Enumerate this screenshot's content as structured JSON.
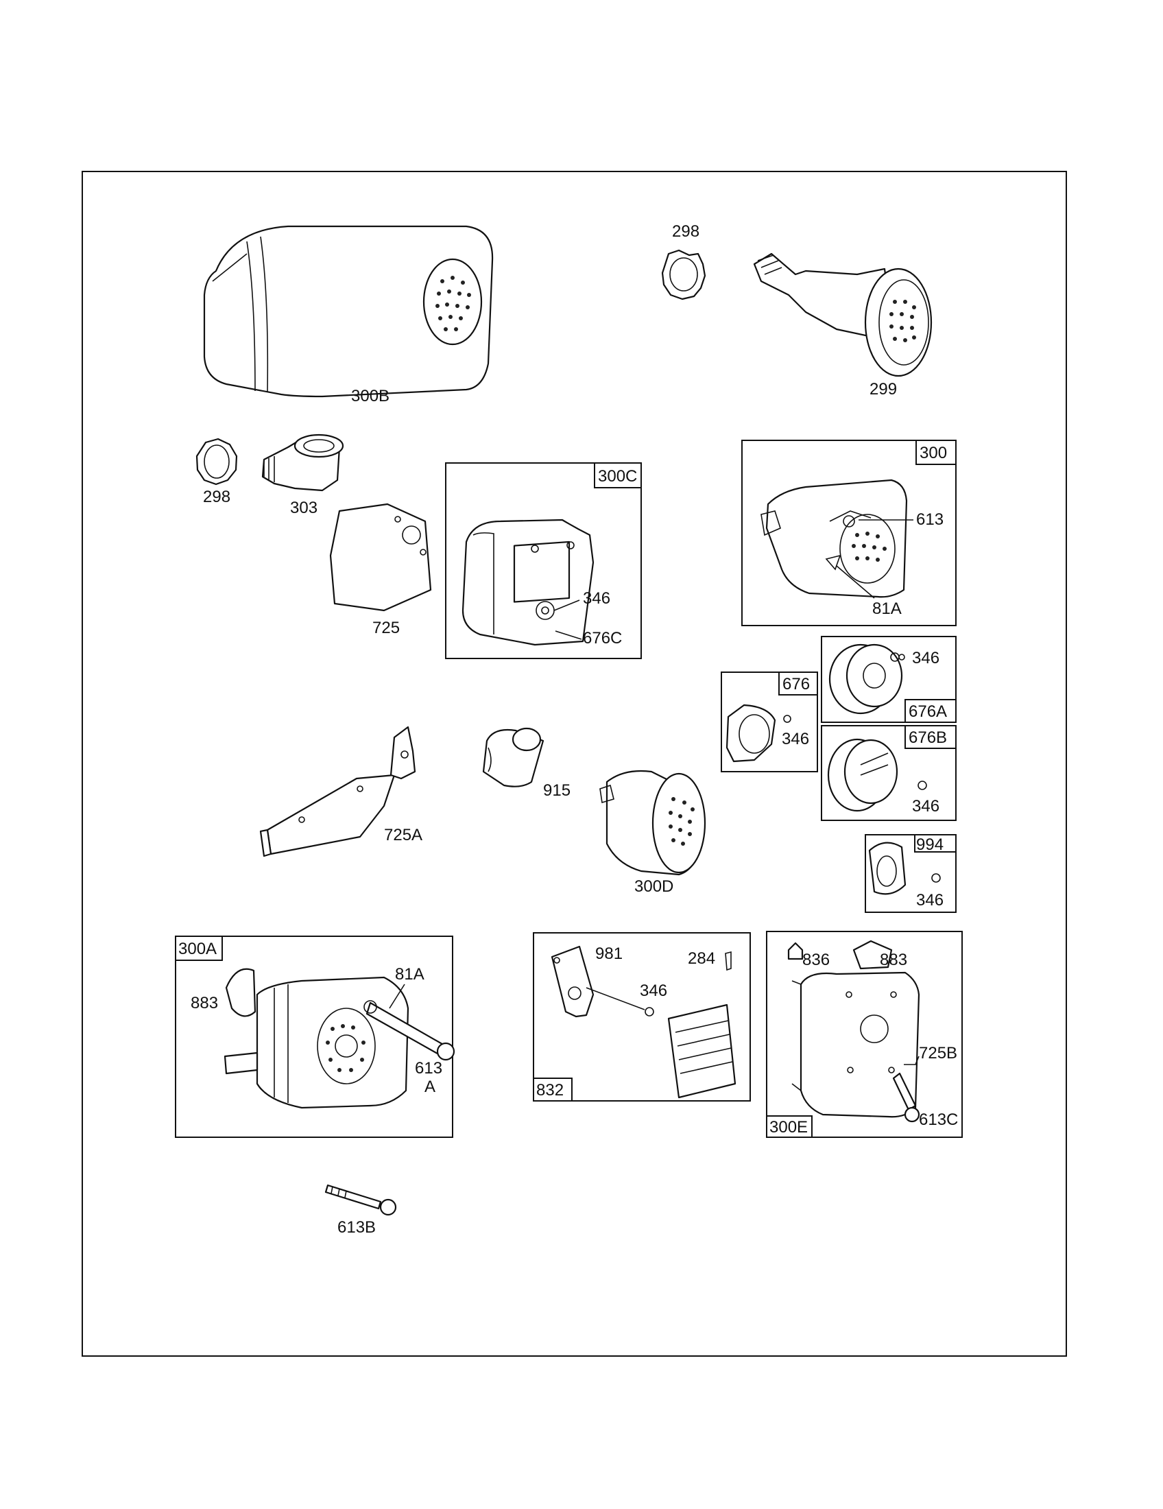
{
  "callouts": {
    "c300B": "300B",
    "c298a": "298",
    "c299": "299",
    "c298b": "298",
    "c303": "303",
    "c725": "725",
    "c346a": "346",
    "c676C": "676C",
    "c613": "613",
    "c81A": "81A",
    "c346b": "346",
    "c346c": "346",
    "c346d": "346",
    "c915": "915",
    "c725A": "725A",
    "c300D": "300D",
    "c346e": "346",
    "c981": "981",
    "c284": "284",
    "c346f": "346",
    "c836": "836",
    "c883a": "883",
    "c725B": "725B",
    "c613C": "613C",
    "c883b": "883",
    "c81Ab": "81A",
    "c613A1": "613",
    "c613A2": "A",
    "c613B": "613B"
  },
  "boxes": {
    "b300C": "300C",
    "b300": "300",
    "b676": "676",
    "b676A": "676A",
    "b676B": "676B",
    "b994": "994",
    "b300A": "300A",
    "b832": "832",
    "b300E": "300E"
  }
}
